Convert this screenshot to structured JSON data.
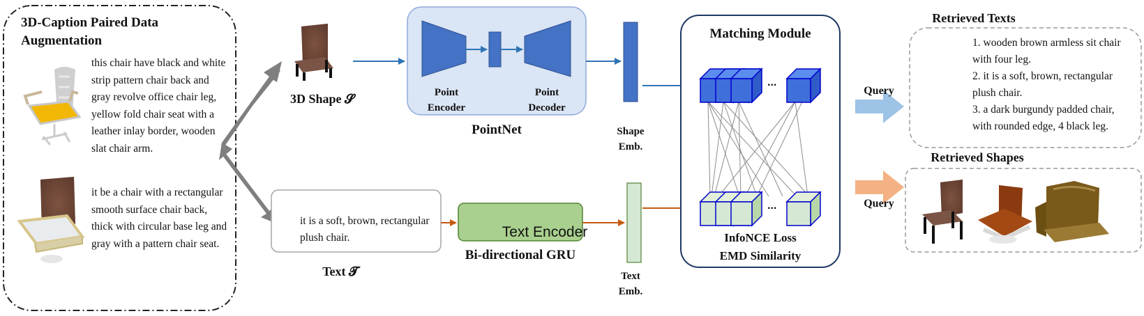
{
  "augmentation": {
    "title": "3D-Caption Paired Data Augmentation",
    "caption_1": "this chair have black and white strip pattern chair back and gray revolve office chair leg, yellow fold chair seat with a leather inlay border, wooden slat chair arm.",
    "caption_2": "it be a chair with a rectangular smooth surface chair back, thick with circular base leg and gray with a pattern chair seat."
  },
  "shape_input": {
    "label": "3D Shape 𝓢"
  },
  "pointnet": {
    "title": "PointNet",
    "encoder_label": "Point Encoder",
    "decoder_label": "Point Decoder"
  },
  "shape_embedding": {
    "label": "Shape Emb."
  },
  "text_input": {
    "box_text": "it is a soft, brown, rectangular plush chair.",
    "label": "Text 𝓣"
  },
  "text_encoder": {
    "box_label": "Text Encoder",
    "title": "Bi-directional GRU"
  },
  "text_embedding": {
    "label": "Text Emb."
  },
  "matching_module": {
    "title": "Matching Module",
    "loss_label": "InfoNCE Loss",
    "similarity_label": "EMD Similarity",
    "ellipsis": "..."
  },
  "retrieval": {
    "texts_title": "Retrieved Texts",
    "texts": [
      "1. wooden brown armless sit chair with four leg.",
      "2. it is a soft, brown, rectangular plush chair.",
      "3. a dark burgundy padded chair, with rounded edge, 4 black leg."
    ],
    "shapes_title": "Retrieved Shapes",
    "query_label_top": "Query",
    "query_label_bottom": "Query"
  },
  "colors": {
    "encoder_blue": "#4472c4",
    "pointnet_bg": "#dae5f5",
    "text_encoder_green": "#a9d08e",
    "text_emb_green": "#d5e8d4",
    "shape_arrow": "#2e75b6",
    "text_arrow": "#c55a11",
    "query_top_arrow": "#9dc3e6",
    "query_bottom_arrow": "#f4b183",
    "gray_arrow": "#7f7f7f"
  }
}
